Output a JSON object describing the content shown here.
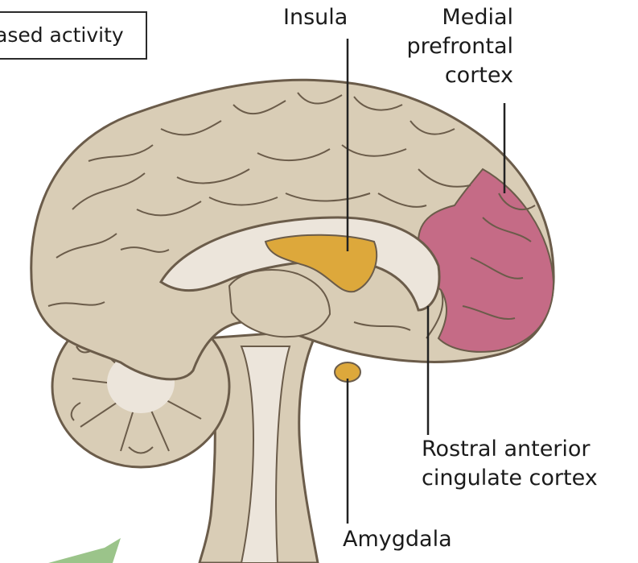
{
  "legend": {
    "text": "ased activity"
  },
  "labels": {
    "insula": "Insula",
    "mpfc": [
      "Medial",
      "prefrontal",
      "cortex"
    ],
    "racc": [
      "Rostral anterior",
      "cingulate cortex"
    ],
    "amygdala": "Amygdala"
  },
  "colors": {
    "brain_tissue": "#d9cdb6",
    "brain_outline": "#6b5c4a",
    "white_matter": "#ece5db",
    "highlight_orange": "#dda83b",
    "highlight_pink": "#c56b86",
    "leader_line": "#222222",
    "arrow_green": "#9bc48a"
  }
}
